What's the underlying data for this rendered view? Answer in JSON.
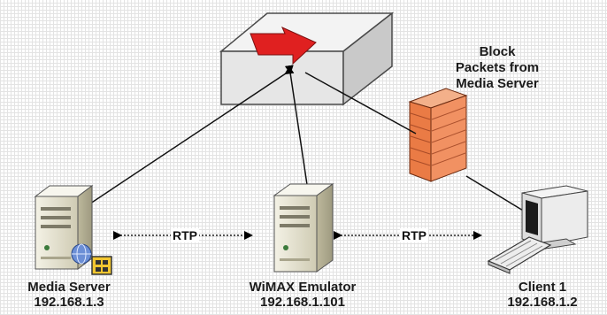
{
  "labels": {
    "block": [
      "Block",
      "Packets from",
      "Media Server"
    ],
    "media_server": {
      "name": "Media Server",
      "ip": "192.168.1.3"
    },
    "wimax": {
      "name": "WiMAX Emulator",
      "ip": "192.168.1.101"
    },
    "client": {
      "name": "Client 1",
      "ip": "192.168.1.2"
    },
    "rtp_left": "RTP",
    "rtp_right": "RTP"
  },
  "colors": {
    "grid": "#e3e3e3",
    "box_top": "#f2f2f2",
    "box_side": "#cfcfcf",
    "router_arrow": "#e02020",
    "firewall": "#e8703a",
    "server_body": "#e7e4d2"
  },
  "icons": [
    "router-icon",
    "firewall-icon",
    "media-server-icon",
    "wimax-emulator-icon",
    "client-computer-icon",
    "keyboard-icon"
  ]
}
